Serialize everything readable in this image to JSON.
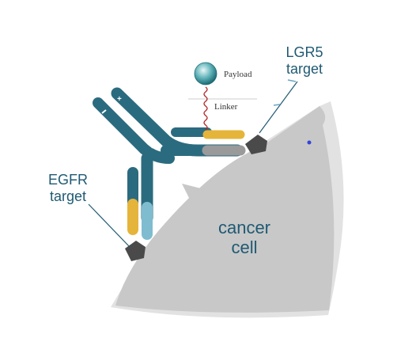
{
  "labels": {
    "payload": "Payload",
    "linker": "Linker",
    "lgr5_line1": "LGR5",
    "lgr5_line2": "target",
    "egfr_line1": "EGFR",
    "egfr_line2": "target",
    "cell_line1": "cancer",
    "cell_line2": "cell"
  },
  "colors": {
    "antibody_teal": "#2b6b7f",
    "antibody_gold": "#e5b43a",
    "light_chain_blue": "#7fbcd0",
    "constant_gray": "#9a9a9a",
    "cell_gray": "#c9c9c9",
    "cell_membrane": "#e3e3e3",
    "receptor_dark": "#4d4d4d",
    "linker_red": "#b0272b",
    "text_blue": "#1f5a73"
  }
}
